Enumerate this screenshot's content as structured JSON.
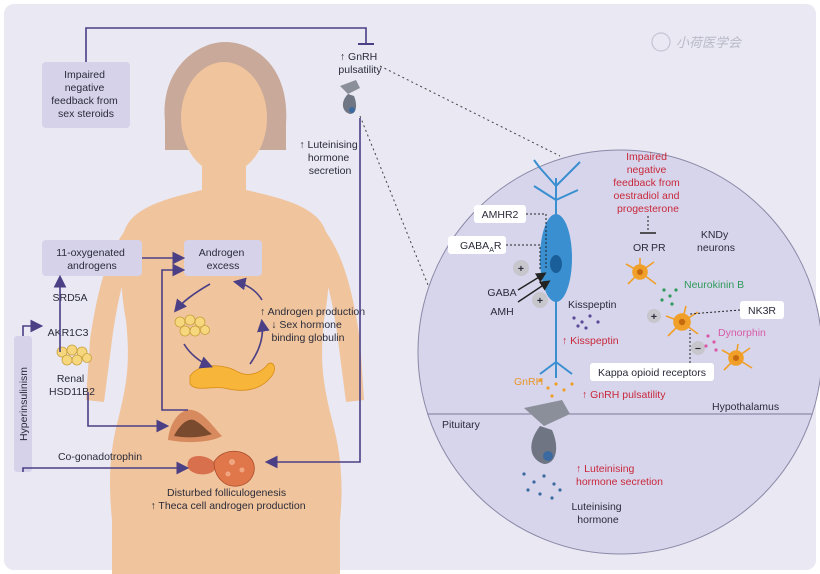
{
  "watermark": "小荷医学会",
  "body_panel": {
    "impaired_feedback_box": [
      "Impaired",
      "negative",
      "feedback from",
      "sex steroids"
    ],
    "gnrh_pulsatility": [
      "↑ GnRH",
      "pulsatility"
    ],
    "lh_secretion": [
      "↑ Luteinising",
      "hormone",
      "secretion"
    ],
    "oxygenated_box": [
      "11-oxygenated",
      "androgens"
    ],
    "androgen_excess_box": [
      "Androgen",
      "excess"
    ],
    "srd5a": "SRD5A",
    "akr1c3": "AKR1C3",
    "renal": [
      "Renal",
      "HSD11B2"
    ],
    "hyperinsulinism": "Hyperinsulinism",
    "androgen_production": [
      "↑ Androgen production",
      "↓ Sex hormone",
      "binding globulin"
    ],
    "co_gonadotrophin": "Co-gonadotrophin",
    "ovary_caption": [
      "Disturbed folliculogenesis",
      "↑ Theca cell androgen production"
    ]
  },
  "brain_panel": {
    "impaired_oestradiol": [
      "Impaired",
      "negative",
      "feedback from",
      "oestradiol and",
      "progesterone"
    ],
    "or_pr": [
      "OR",
      "PR"
    ],
    "kndy": [
      "KNDy",
      "neurons"
    ],
    "amhr2": "AMHR2",
    "gaba_a_r": [
      "GABA",
      "A",
      "R"
    ],
    "gaba": "GABA",
    "amh": "AMH",
    "plus": "+",
    "minus": "−",
    "kisspeptin": "Kisspeptin",
    "kisspeptin_up": "↑ Kisspeptin",
    "neurokinin_b": "Neurokinin B",
    "nk3r": "NK3R",
    "dynorphin": "Dynorphin",
    "kappa": "Kappa opioid receptors",
    "gnrh": "GnRH",
    "gnrh_pulsatility_up": "↑ GnRH pulsatility",
    "hypothalamus": "Hypothalamus",
    "pituitary": "Pituitary",
    "lh_secretion_up": [
      "↑ Luteinising",
      "hormone secretion"
    ],
    "luteinising_hormone": [
      "Luteinising",
      "hormone"
    ]
  },
  "colors": {
    "panel_bg": "#e9e8f3",
    "circle_bg": "#d7d5ec",
    "body_skin": "#f0c49c",
    "hair": "#c9a99a",
    "arrow": "#4b3f86",
    "neuron_blue": "#3a8fd0",
    "kndy_orange": "#f0a028",
    "red_text": "#c8283a"
  }
}
